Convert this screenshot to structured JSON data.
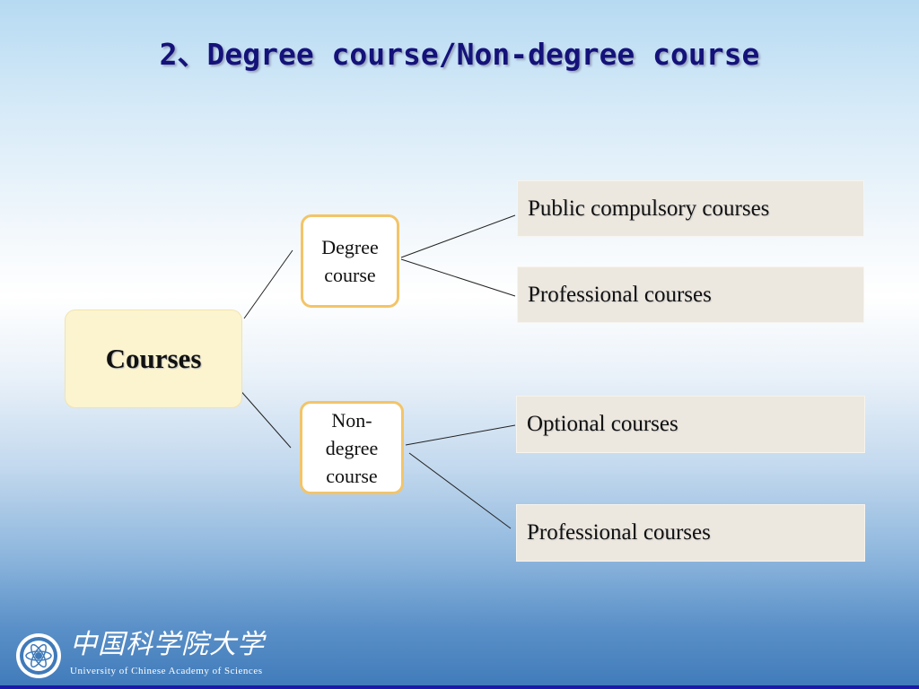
{
  "title": "2、Degree course/Non-degree course",
  "diagram": {
    "root": "Courses",
    "branches": [
      {
        "label": "Degree course",
        "label_lines": [
          "Degree",
          "course"
        ],
        "children": [
          "Public compulsory courses",
          "Professional courses"
        ]
      },
      {
        "label": "Non-degree course",
        "label_lines": [
          "Non-",
          "degree",
          "course"
        ],
        "children": [
          "Optional courses",
          "Professional courses"
        ]
      }
    ]
  },
  "footer": {
    "name_cn": "中国科学院大学",
    "name_en": "University of Chinese Academy of Sciences"
  },
  "colors": {
    "title": "#14127a",
    "root_fill": "#fbf4cf",
    "mid_border": "#f3c468",
    "leaf_fill": "#ede8df",
    "bottom_bar": "#1a1aa8"
  }
}
